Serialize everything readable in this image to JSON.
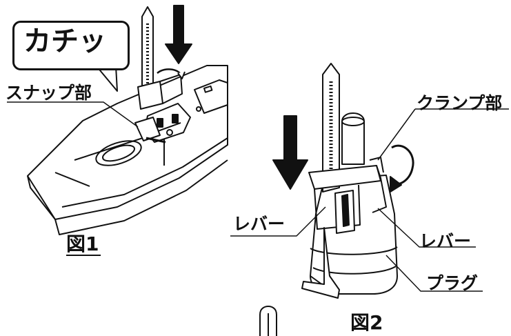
{
  "labels": {
    "click_sound": "カチッ",
    "snap_part": "スナップ部",
    "figure1": "図1",
    "clamp_part": "クランプ部",
    "lever_left": "レバー",
    "lever_right": "レバー",
    "plug": "プラグ",
    "figure2": "図2"
  }
}
